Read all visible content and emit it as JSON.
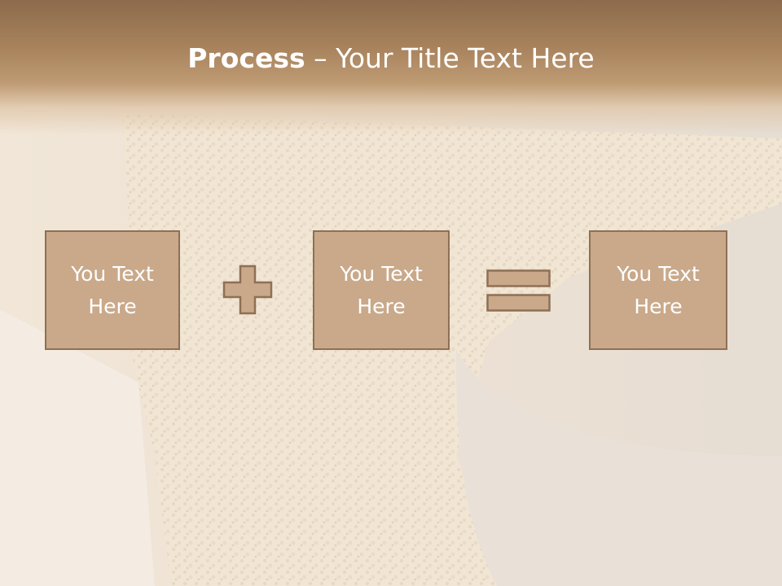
{
  "slide": {
    "title_bold": "Process",
    "title_rest": " – Your Title Text Here",
    "boxes": [
      {
        "line1": "You Text",
        "line2": "Here"
      },
      {
        "line1": "You Text",
        "line2": "Here"
      },
      {
        "line1": "You Text",
        "line2": "Here"
      }
    ],
    "operators": [
      "plus-icon",
      "equals-icon"
    ]
  },
  "colors": {
    "title_band": "#a7825c",
    "box_fill": "#c9a98a",
    "box_border": "#8e7055",
    "background": "#efe3d3"
  }
}
